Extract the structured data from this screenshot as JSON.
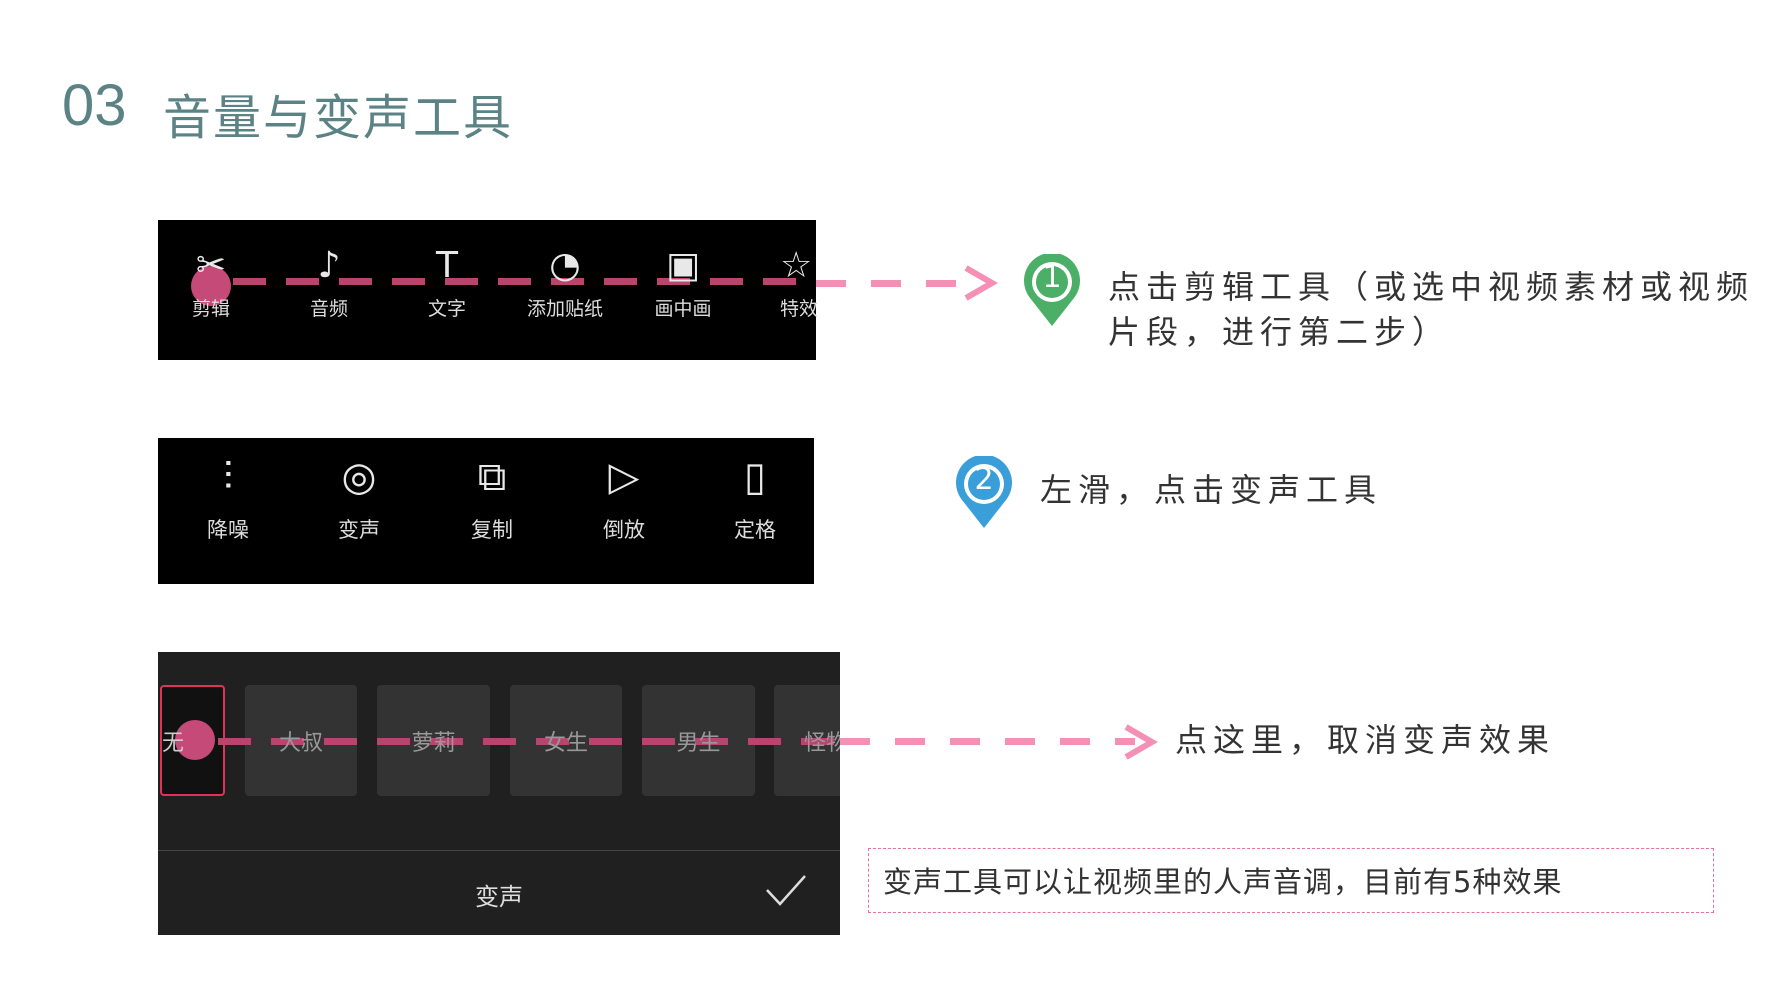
{
  "header": {
    "number": "03",
    "title": "音量与变声工具"
  },
  "toolbar1": {
    "items": [
      {
        "icon": "scissors-icon",
        "glyph": "✂",
        "label": "剪辑"
      },
      {
        "icon": "music-note-icon",
        "glyph": "♪",
        "label": "音频"
      },
      {
        "icon": "text-icon",
        "glyph": "T",
        "label": "文字"
      },
      {
        "icon": "sticker-icon",
        "glyph": "◔",
        "label": "添加贴纸"
      },
      {
        "icon": "picture-in-picture-icon",
        "glyph": "▣",
        "label": "画中画"
      },
      {
        "icon": "star-icon",
        "glyph": "☆",
        "label": "特效"
      }
    ]
  },
  "toolbar2": {
    "items": [
      {
        "icon": "noise-reduction-icon",
        "glyph": "⫶",
        "label": "降噪"
      },
      {
        "icon": "voice-change-icon",
        "glyph": "◎",
        "label": "变声"
      },
      {
        "icon": "copy-icon",
        "glyph": "⧉",
        "label": "复制"
      },
      {
        "icon": "reverse-play-icon",
        "glyph": "▷",
        "label": "倒放"
      },
      {
        "icon": "freeze-frame-icon",
        "glyph": "▯",
        "label": "定格"
      }
    ]
  },
  "voice_panel": {
    "options": [
      "无",
      "大叔",
      "萝莉",
      "女生",
      "男生",
      "怪物"
    ],
    "selected": "无",
    "title": "变声",
    "confirm_icon": "check-icon"
  },
  "steps": [
    {
      "number": "1",
      "color": "#4caf68",
      "text_line1": "点击剪辑工具（或选中视频素材或视频",
      "text_line2": "片段，进行第二步）"
    },
    {
      "number": "2",
      "color": "#3a9fd8",
      "text": "左滑，点击变声工具"
    }
  ],
  "cancel_hint": "点这里，取消变声效果",
  "note": "变声工具可以让视频里的人声音调，目前有5种效果",
  "colors": {
    "title": "#5b8385",
    "arrow": "#f58fb4",
    "highlight": "#b9456f"
  }
}
